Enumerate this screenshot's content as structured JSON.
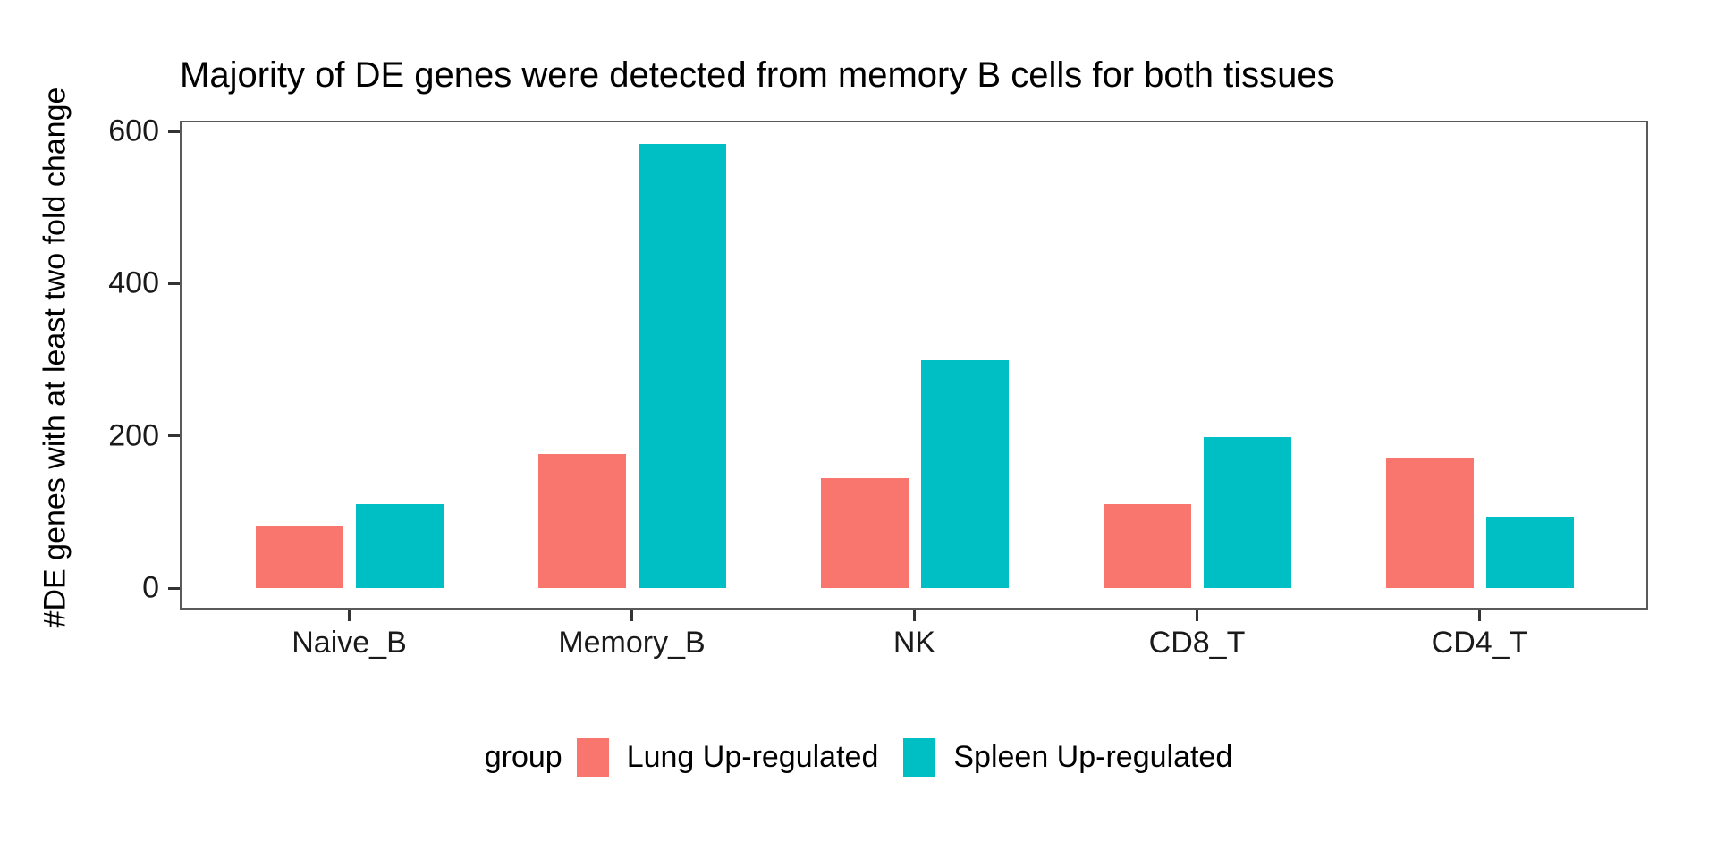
{
  "title": "Majority of DE genes were detected from memory B cells for both tissues",
  "y_axis_title": "#DE genes with at least two fold change",
  "legend": {
    "title": "group",
    "items": [
      {
        "label": "Lung Up-regulated",
        "color": "#F8766D"
      },
      {
        "label": "Spleen Up-regulated",
        "color": "#00BFC4"
      }
    ]
  },
  "chart_data": {
    "type": "bar",
    "title": "Majority of DE genes were detected from memory B cells for both tissues",
    "categories": [
      "Naive_B",
      "Memory_B",
      "NK",
      "CD8_T",
      "CD4_T"
    ],
    "series": [
      {
        "name": "Lung Up-regulated",
        "color": "#F8766D",
        "values": [
          82,
          176,
          144,
          110,
          170
        ]
      },
      {
        "name": "Spleen Up-regulated",
        "color": "#00BFC4",
        "values": [
          110,
          584,
          300,
          198,
          93
        ]
      }
    ],
    "xlabel": "",
    "ylabel": "#DE genes with at least two fold change",
    "yticks": [
      0,
      200,
      400,
      600
    ],
    "ylim": [
      0,
      614
    ],
    "grid": false,
    "legend_title": "group",
    "legend_position": "bottom"
  }
}
